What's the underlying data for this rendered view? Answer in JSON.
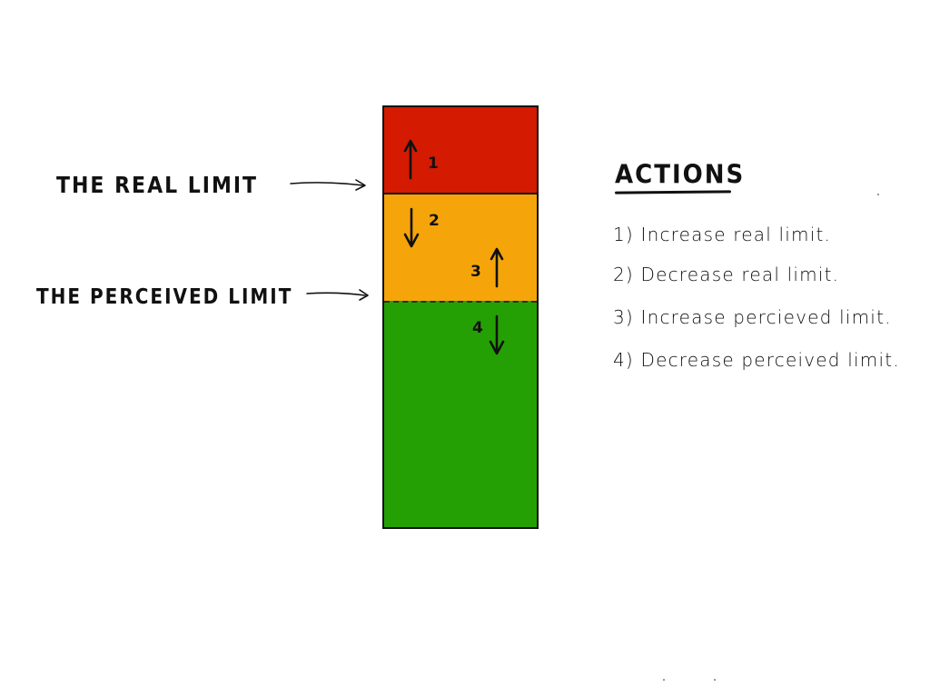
{
  "diagram": {
    "labels": {
      "real_limit": "THE REAL LIMIT",
      "perceived_limit": "THE PERCEIVED LIMIT"
    },
    "bar": {
      "segments": [
        {
          "name": "above-real-limit",
          "color": "#d41a00"
        },
        {
          "name": "between-limits",
          "color": "#f5a50a"
        },
        {
          "name": "below-perceived-limit",
          "color": "#24a004"
        }
      ],
      "markers": [
        {
          "number": "1",
          "direction": "up",
          "meaning": "real limit up"
        },
        {
          "number": "2",
          "direction": "down",
          "meaning": "real limit down"
        },
        {
          "number": "3",
          "direction": "up",
          "meaning": "perceived limit up"
        },
        {
          "number": "4",
          "direction": "down",
          "meaning": "perceived limit down"
        }
      ],
      "line_colors": {
        "stroke": "#111111"
      }
    }
  },
  "actions": {
    "title": "ACTIONS",
    "items": [
      "1) Increase real limit.",
      "2) Decrease real limit.",
      "3) Increase percieved limit.",
      "4) Decrease perceived limit."
    ]
  }
}
